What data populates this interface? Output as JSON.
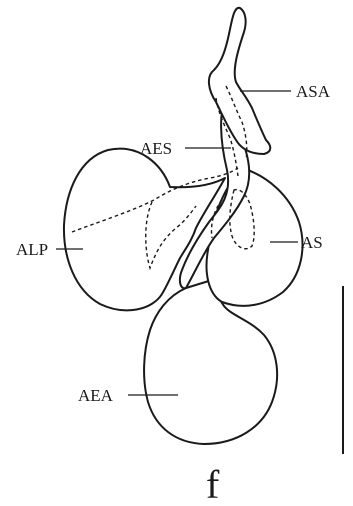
{
  "labels": {
    "asa": "ASA",
    "aes": "AES",
    "alp": "ALP",
    "as": "AS",
    "aea": "AEA"
  },
  "panel_letter": "f",
  "colors": {
    "ink": "#1a1a1a",
    "background": "#ffffff"
  }
}
